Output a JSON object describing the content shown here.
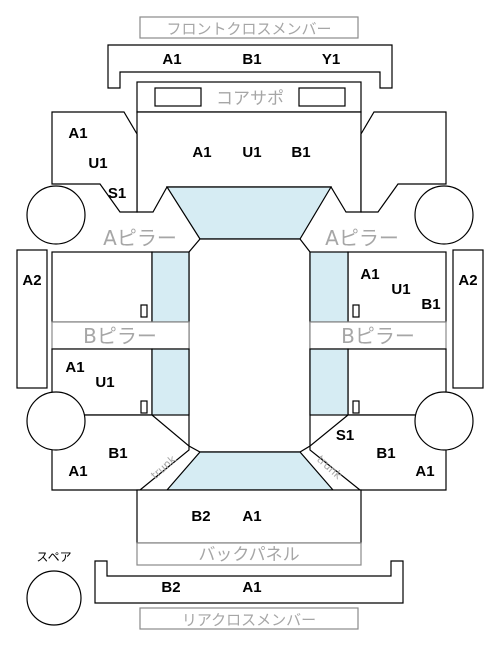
{
  "labels": {
    "front_cross_member": "フロントクロスメンバー",
    "core_support": "コアサポ",
    "a_pillar": "Aピラー",
    "b_pillar": "Bピラー",
    "back_panel": "バックパネル",
    "rear_cross_member": "リアクロスメンバー",
    "spare": "スペア",
    "trunk": "trunk"
  },
  "codes": {
    "front_cross_member": [
      "A1",
      "B1",
      "Y1"
    ],
    "front_body": [
      "A1",
      "U1",
      "B1"
    ],
    "front_left_panel": [
      "A1",
      "U1",
      "S1"
    ],
    "left_outer": "A2",
    "right_outer": "A2",
    "right_middle": [
      "A1",
      "U1",
      "B1"
    ],
    "left_rear_door": [
      "A1",
      "U1"
    ],
    "left_rear_quarter": [
      "B1",
      "A1"
    ],
    "right_rear_quarter": [
      "S1",
      "B1",
      "A1"
    ],
    "rear_body": [
      "B2",
      "A1"
    ],
    "rear_cross_member": [
      "B2",
      "A1"
    ]
  },
  "colors": {
    "glass": "#d6ecf3",
    "line": "#000000",
    "gray_text": "#a6a6a6"
  }
}
